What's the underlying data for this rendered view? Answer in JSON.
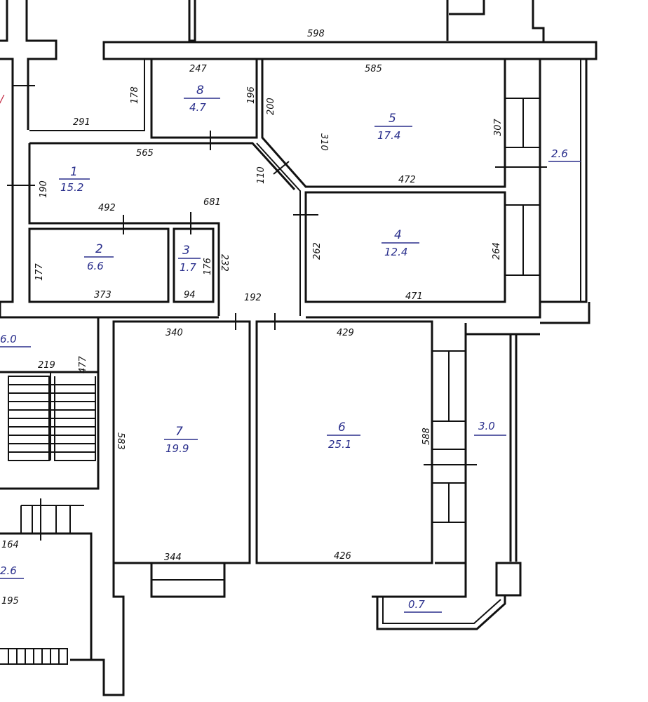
{
  "rooms": [
    {
      "number": "1",
      "area": "15.2"
    },
    {
      "number": "2",
      "area": "6.6"
    },
    {
      "number": "3",
      "area": "1.7"
    },
    {
      "number": "4",
      "area": "12.4"
    },
    {
      "number": "5",
      "area": "17.4"
    },
    {
      "number": "6",
      "area": "25.1"
    },
    {
      "number": "7",
      "area": "19.9"
    },
    {
      "number": "8",
      "area": "4.7"
    }
  ],
  "balconies": [
    "2.6",
    "3.0",
    "0.7"
  ],
  "side_areas": [
    "6.0",
    "2.6"
  ],
  "dimensions": {
    "top_598": "598",
    "r8_top": "247",
    "r8_left": "178",
    "r8_right": "196",
    "r5_top": "585",
    "r5_left": "310",
    "r5_right": "307",
    "diag_200": "200",
    "diag_110": "110",
    "r1_291": "291",
    "r1_565": "565",
    "r1_190": "190",
    "r1_681": "681",
    "r2_492": "492",
    "r2_177": "177",
    "r2_373": "373",
    "r3_176": "176",
    "r3_94": "94",
    "hall_232": "232",
    "hall_192": "192",
    "r4_472": "472",
    "r4_262": "262",
    "r4_264": "264",
    "r4_471": "471",
    "r7_340": "340",
    "r7_583": "583",
    "r7_344": "344",
    "r6_429": "429",
    "r6_588": "588",
    "r6_426": "426",
    "stair_219": "219",
    "stair_477": "477",
    "left_164": "164",
    "left_195": "195"
  }
}
